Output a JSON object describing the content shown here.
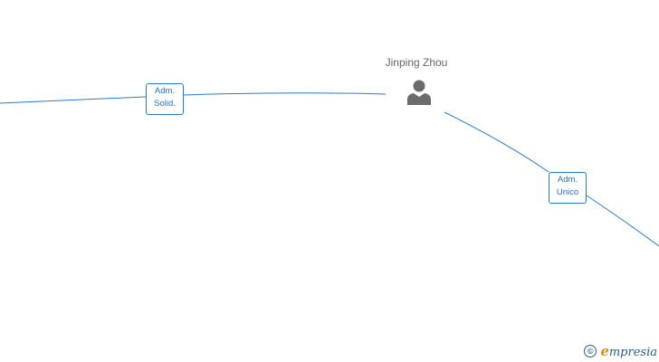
{
  "person": {
    "name": "Jinping Zhou"
  },
  "relations": [
    {
      "line1": "Adm.",
      "line2": "Solid."
    },
    {
      "line1": "Adm.",
      "line2": "Unico"
    }
  ],
  "watermark": {
    "symbol": "©",
    "brand_initial": "e",
    "brand_rest": "mpresia"
  },
  "colors": {
    "edge": "#2a7bd1",
    "icon": "#6b6b6b",
    "label": "#666666",
    "brand": "#1f5f8f",
    "brand_accent": "#e88a1a"
  },
  "icons": {
    "node": "person-icon"
  }
}
